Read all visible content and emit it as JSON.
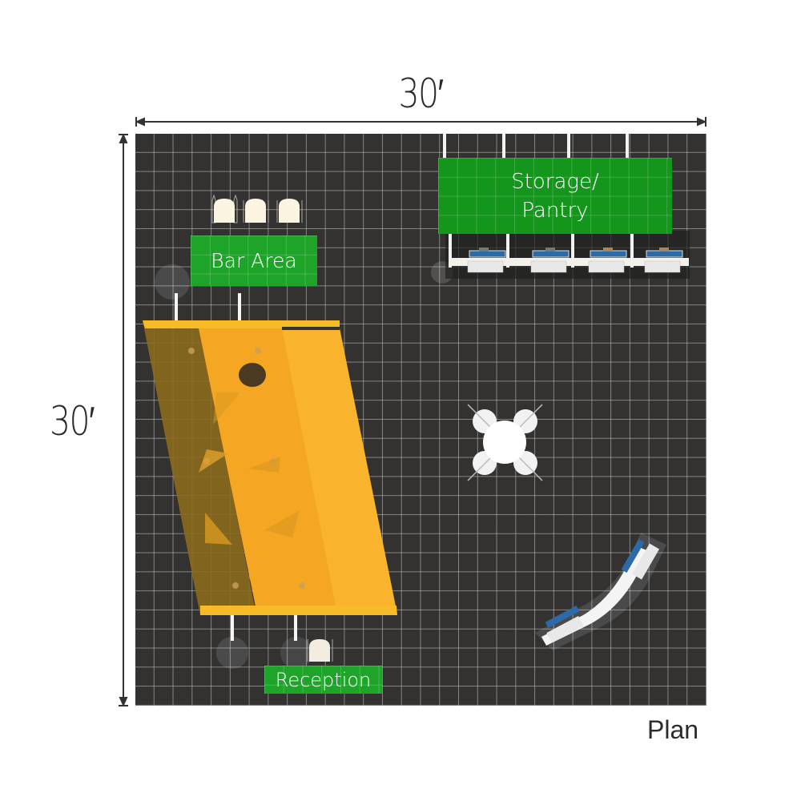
{
  "dimensions": {
    "width_label": "30′",
    "depth_label": "30′"
  },
  "view_label": "Plan",
  "zones": {
    "storage": "Storage/\nPantry",
    "storage_line1": "Storage/",
    "storage_line2": "Pantry",
    "bar": "Bar Area",
    "reception": "Reception"
  },
  "fixtures": {
    "bar_stools": 3,
    "reception_stools": 1,
    "storage_workstations": 4,
    "lounge_table_chairs": 4,
    "curved_counter_stations": 2
  },
  "colors": {
    "floor": "#333231",
    "zone_green": "#1fa42a",
    "platform_yellow": "#f5a623",
    "grid": "#c8c8c8"
  }
}
